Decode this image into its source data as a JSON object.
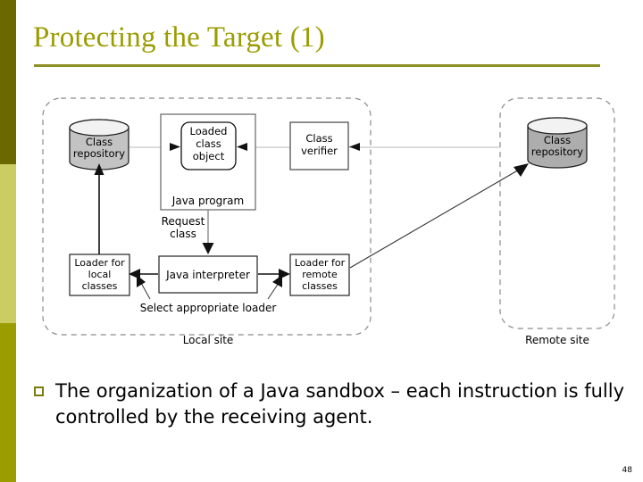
{
  "slide": {
    "title": "Protecting the Target (1)",
    "page_number": "48",
    "accent_color": "#9a9c00",
    "rule_color": "#8e8f26",
    "sidebar_colors": [
      "#6b6800",
      "#cbcc62",
      "#9a9c00"
    ]
  },
  "body": {
    "bullet_glyph": "square-outline",
    "text": "The organization of a Java sandbox – each instruction is fully controlled by the receiving agent."
  },
  "diagram": {
    "type": "block-diagram",
    "caption_local": "Local site",
    "caption_remote": "Remote site",
    "nodes": [
      {
        "id": "local-class-repository",
        "label": "Class repository",
        "shape": "cylinder",
        "fill": "#c0c0c0"
      },
      {
        "id": "loaded-class-object",
        "label": "Loaded class object",
        "shape": "rounded-rect",
        "fill": "#ffffff"
      },
      {
        "id": "java-program",
        "label": "Java program",
        "shape": "rect",
        "fill": "#ffffff"
      },
      {
        "id": "class-verifier",
        "label": "Class verifier",
        "shape": "rect",
        "fill": "#ffffff"
      },
      {
        "id": "loader-local-classes",
        "label": "Loader for local classes",
        "shape": "rect",
        "fill": "#ffffff"
      },
      {
        "id": "java-interpreter",
        "label": "Java interpreter",
        "shape": "rect",
        "fill": "#ffffff"
      },
      {
        "id": "loader-remote-classes",
        "label": "Loader for remote classes",
        "shape": "rect",
        "fill": "#ffffff"
      },
      {
        "id": "remote-class-repository",
        "label": "Class repository",
        "shape": "cylinder",
        "fill": "#a8a8a8"
      }
    ],
    "edge_labels": [
      {
        "id": "request-class",
        "label": "Request class"
      },
      {
        "id": "select-appropriate-loader",
        "label": "Select appropriate loader"
      }
    ],
    "node_text": {
      "class_repository": "Class repository",
      "loaded_class_object_l1": "Loaded",
      "loaded_class_object_l2": "class",
      "loaded_class_object_l3": "object",
      "class_repo_l1": "Class",
      "class_repo_l2": "repository",
      "java_program": "Java program",
      "class_verifier_l1": "Class",
      "class_verifier_l2": "verifier",
      "loader_local_l1": "Loader for",
      "loader_local_l2": "local",
      "loader_local_l3": "classes",
      "java_interpreter": "Java interpreter",
      "loader_remote_l1": "Loader for",
      "loader_remote_l2": "remote",
      "loader_remote_l3": "classes",
      "request_l1": "Request",
      "request_l2": "class",
      "select_loader": "Select appropriate loader",
      "local_site": "Local site",
      "remote_site": "Remote site"
    }
  }
}
